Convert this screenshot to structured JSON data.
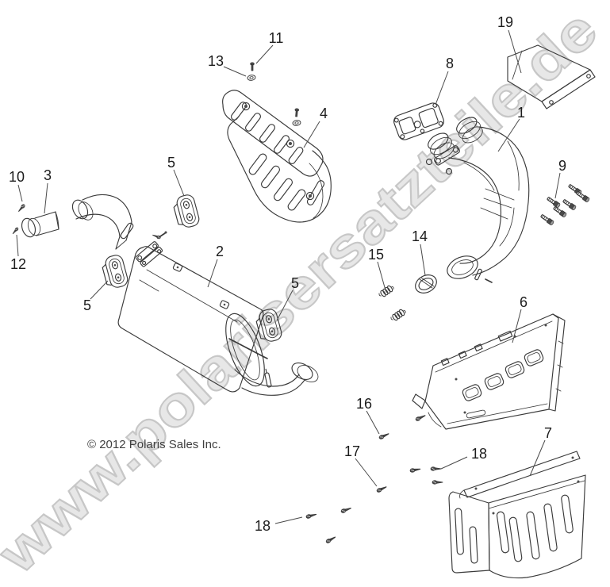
{
  "diagram": {
    "watermark": "www.polarisersatzteile.de",
    "copyright": "© 2012 Polaris Sales Inc.",
    "callouts": [
      {
        "ref": "part-1",
        "label": "1"
      },
      {
        "ref": "part-2",
        "label": "2"
      },
      {
        "ref": "part-3",
        "label": "3"
      },
      {
        "ref": "part-4",
        "label": "4"
      },
      {
        "ref": "part-5-a",
        "label": "5"
      },
      {
        "ref": "part-5-b",
        "label": "5"
      },
      {
        "ref": "part-5-c",
        "label": "5"
      },
      {
        "ref": "part-6",
        "label": "6"
      },
      {
        "ref": "part-7",
        "label": "7"
      },
      {
        "ref": "part-8",
        "label": "8"
      },
      {
        "ref": "part-9",
        "label": "9"
      },
      {
        "ref": "part-10",
        "label": "10"
      },
      {
        "ref": "part-11",
        "label": "11"
      },
      {
        "ref": "part-12",
        "label": "12"
      },
      {
        "ref": "part-13",
        "label": "13"
      },
      {
        "ref": "part-14",
        "label": "14"
      },
      {
        "ref": "part-15",
        "label": "15"
      },
      {
        "ref": "part-16",
        "label": "16"
      },
      {
        "ref": "part-17",
        "label": "17"
      },
      {
        "ref": "part-18-a",
        "label": "18"
      },
      {
        "ref": "part-18-b",
        "label": "18"
      },
      {
        "ref": "part-19",
        "label": "19"
      }
    ]
  }
}
